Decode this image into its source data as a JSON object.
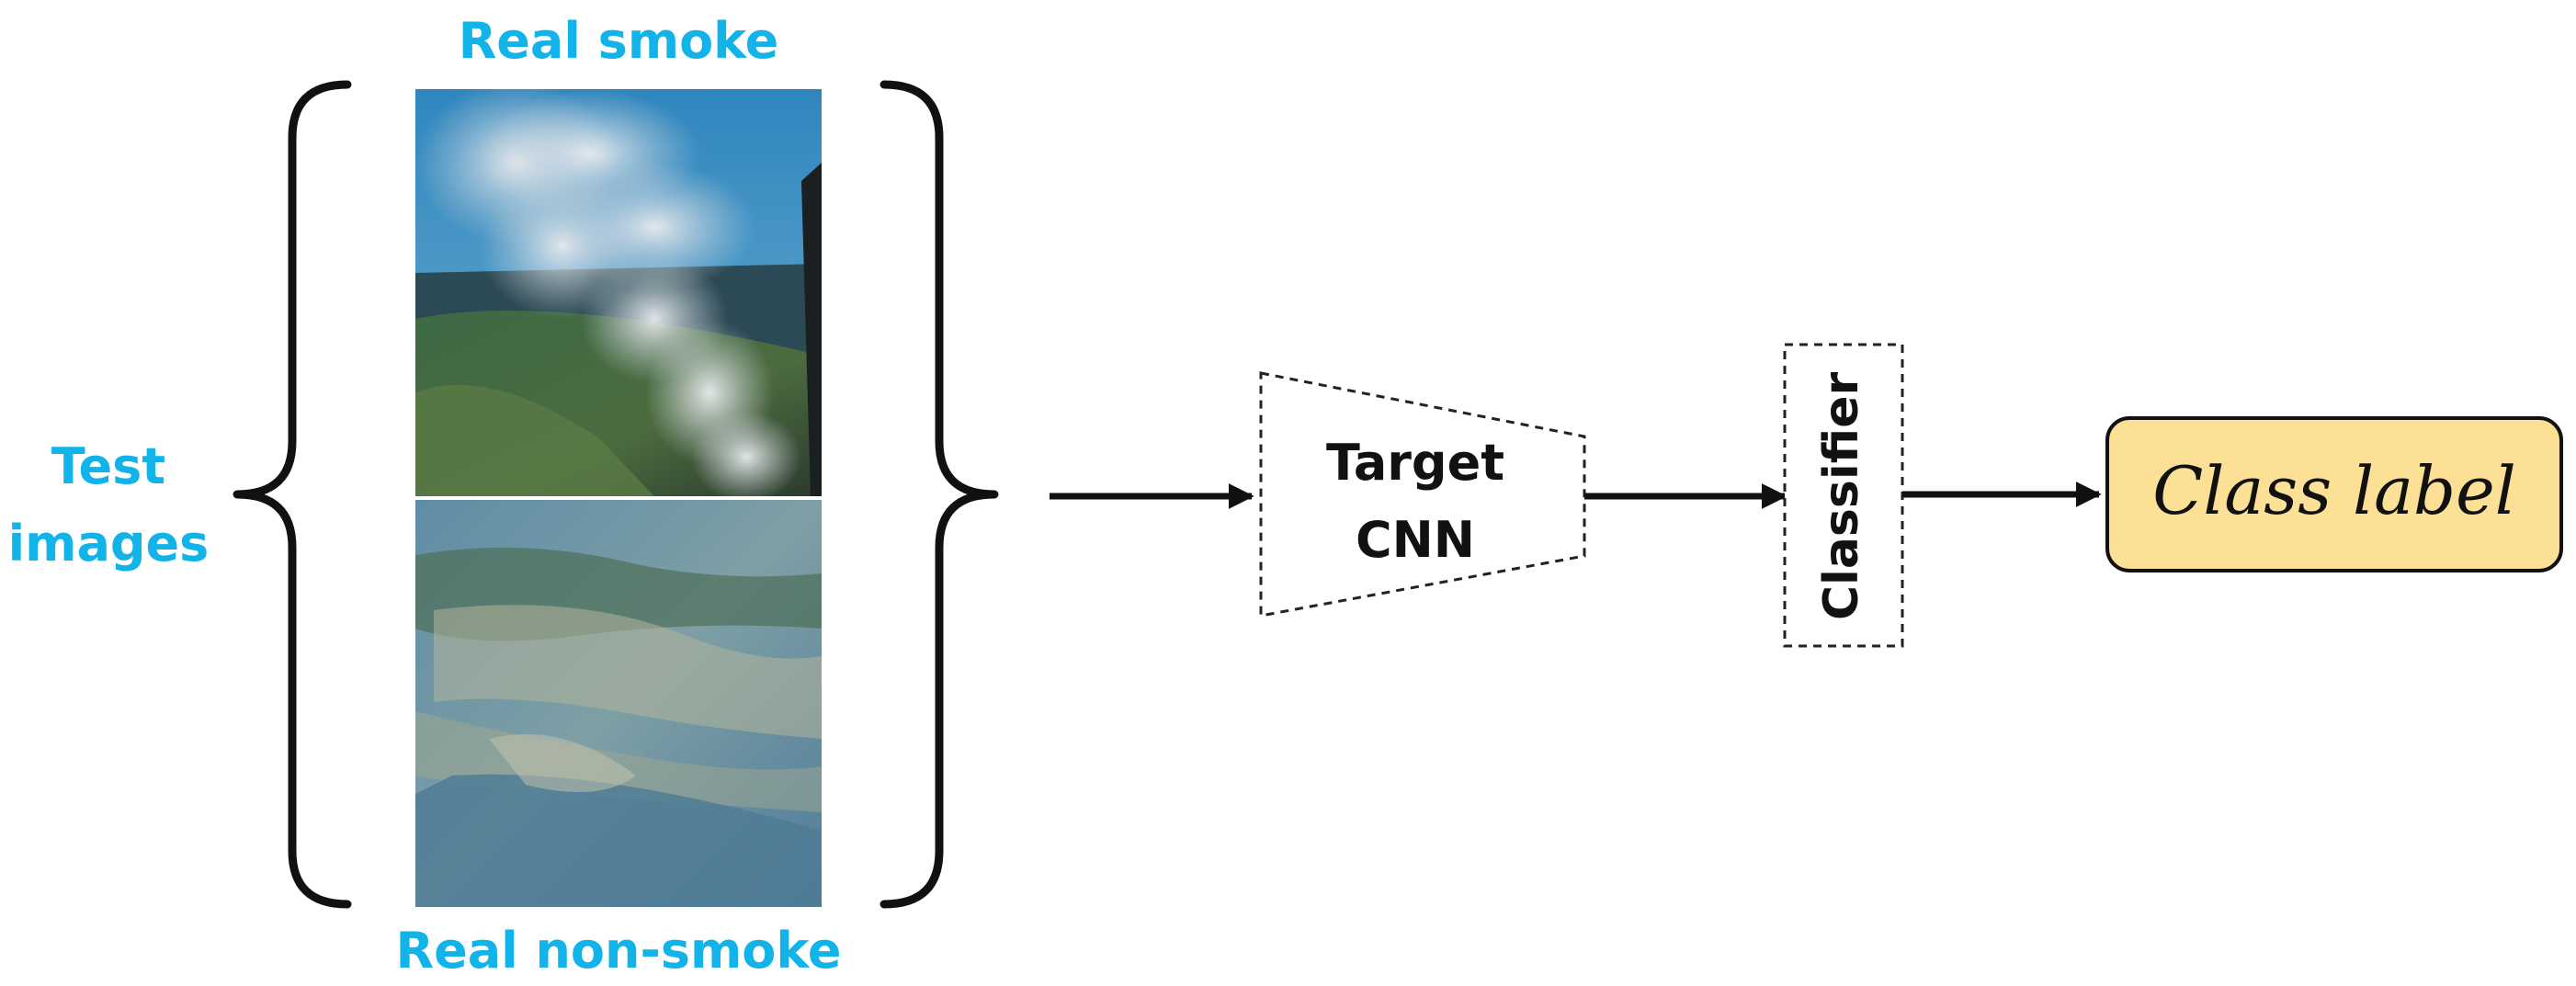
{
  "labels": {
    "test_images": [
      "Test",
      "images"
    ],
    "real_smoke": "Real smoke",
    "real_non_smoke": "Real non-smoke",
    "target_cnn": [
      "Target",
      "CNN"
    ],
    "classifier": "Classifier",
    "class_label": "Class label"
  },
  "colors": {
    "label_cyan": "#12b3e8",
    "class_label_fill": "#fbe095",
    "stroke": "#111111"
  },
  "images": [
    {
      "name": "smoke-photo",
      "depicts": "forest fire smoke plume"
    },
    {
      "name": "non-smoke-photo",
      "depicts": "aerial terrain without smoke"
    }
  ]
}
